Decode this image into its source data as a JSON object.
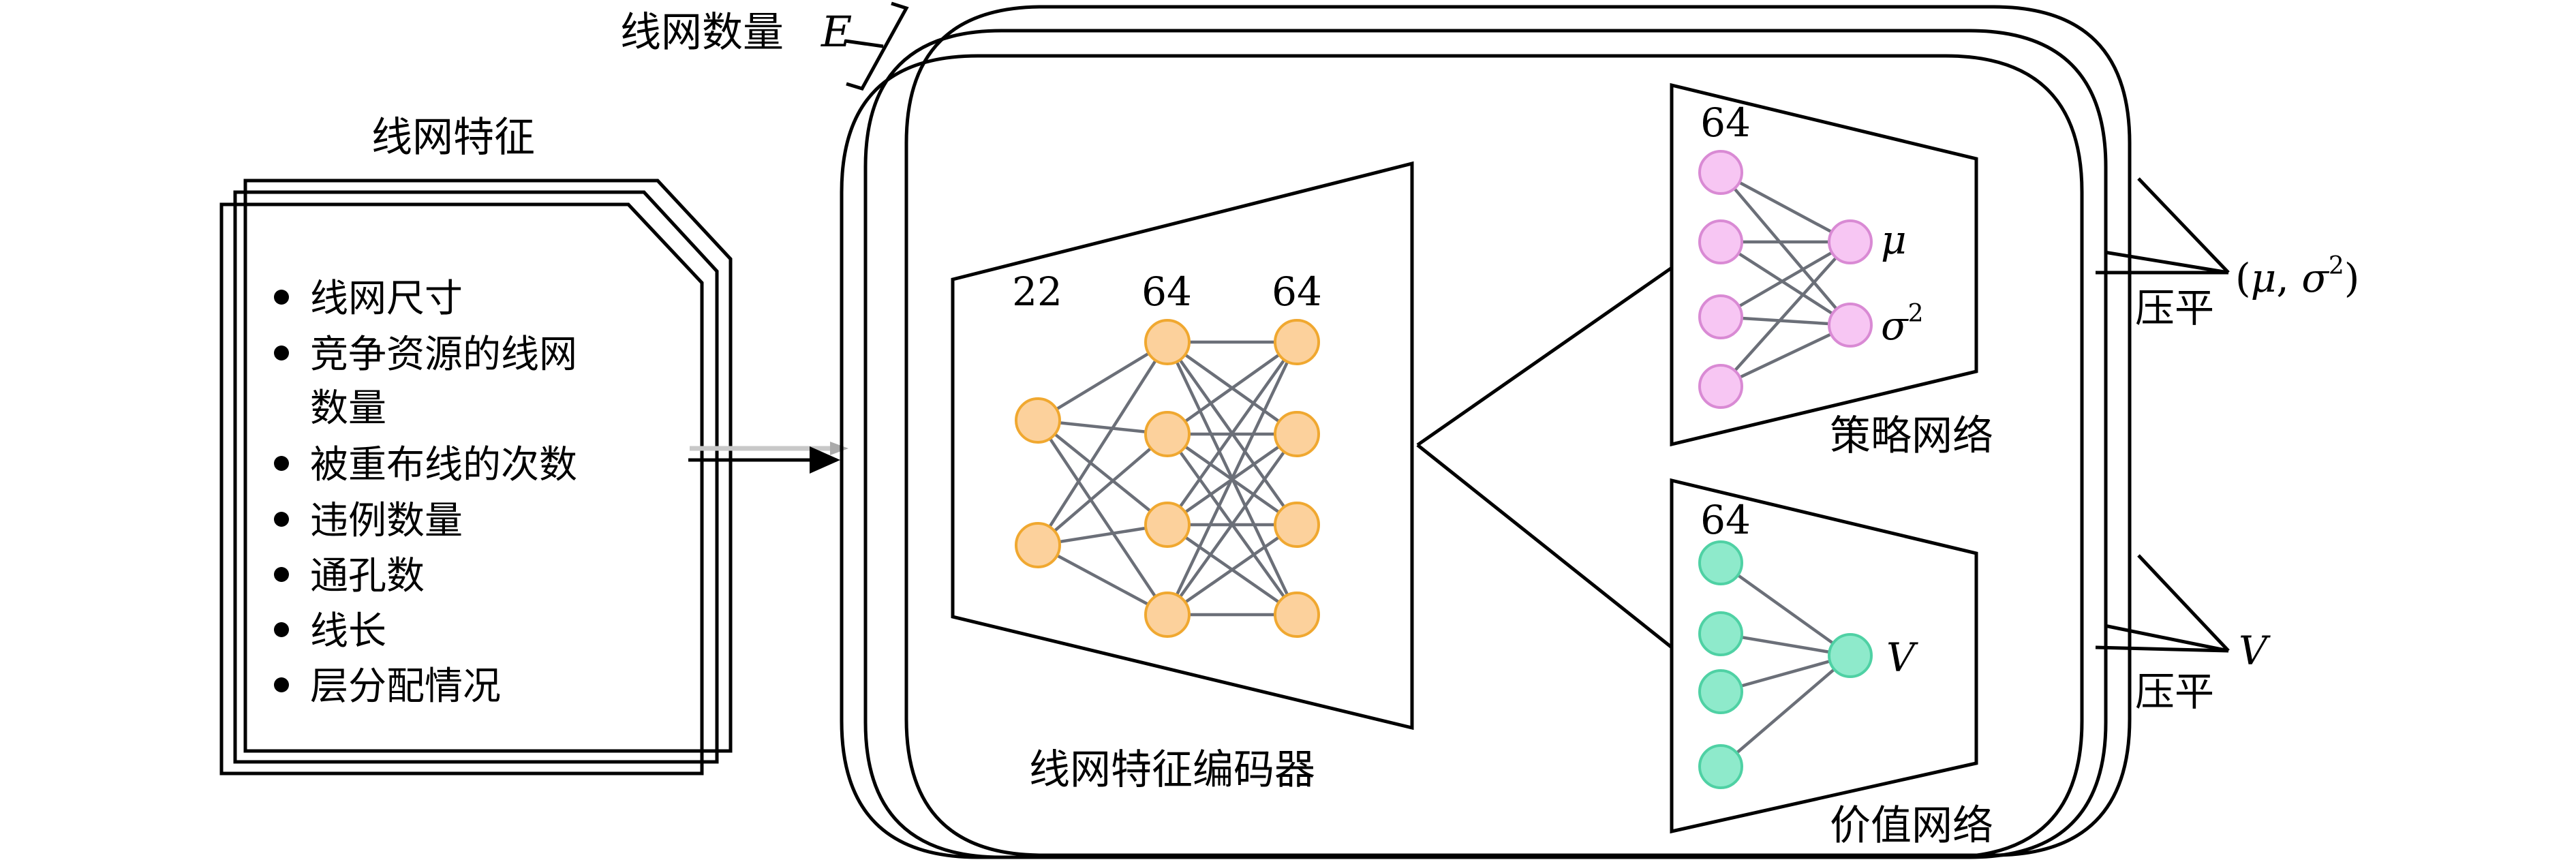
{
  "colors": {
    "orange_fill": "#fcd19c",
    "orange_stroke": "#f0a830",
    "pink_fill": "#f7c6f3",
    "pink_stroke": "#d98ad4",
    "green_fill": "#8eeacb",
    "green_stroke": "#4fd1a4",
    "connection": "#6b6f78",
    "outline": "#000000"
  },
  "features": {
    "title": "线网特征",
    "items": [
      {
        "text": "线网尺寸"
      },
      {
        "text": "竞争资源的线网",
        "cont": "数量"
      },
      {
        "text": "被重布线的次数"
      },
      {
        "text": "违例数量"
      },
      {
        "text": "通孔数"
      },
      {
        "text": "线长"
      },
      {
        "text": "层分配情况"
      }
    ]
  },
  "stack_label": {
    "text": "线网数量",
    "symbol": "E"
  },
  "encoder": {
    "title": "线网特征编码器",
    "layer_sizes": [
      "22",
      "64",
      "64"
    ],
    "layers": [
      2,
      4,
      4
    ]
  },
  "policy": {
    "title": "策略网络",
    "size": "64",
    "inputs": 4,
    "out_mu": "μ",
    "out_sigma": "σ",
    "out_sigma_sup": "2"
  },
  "value": {
    "title": "价值网络",
    "size": "64",
    "inputs": 4,
    "out_v": "V"
  },
  "outputs": {
    "flatten_label": "压平",
    "policy_out": "(μ, σ²)",
    "value_out": "V"
  }
}
